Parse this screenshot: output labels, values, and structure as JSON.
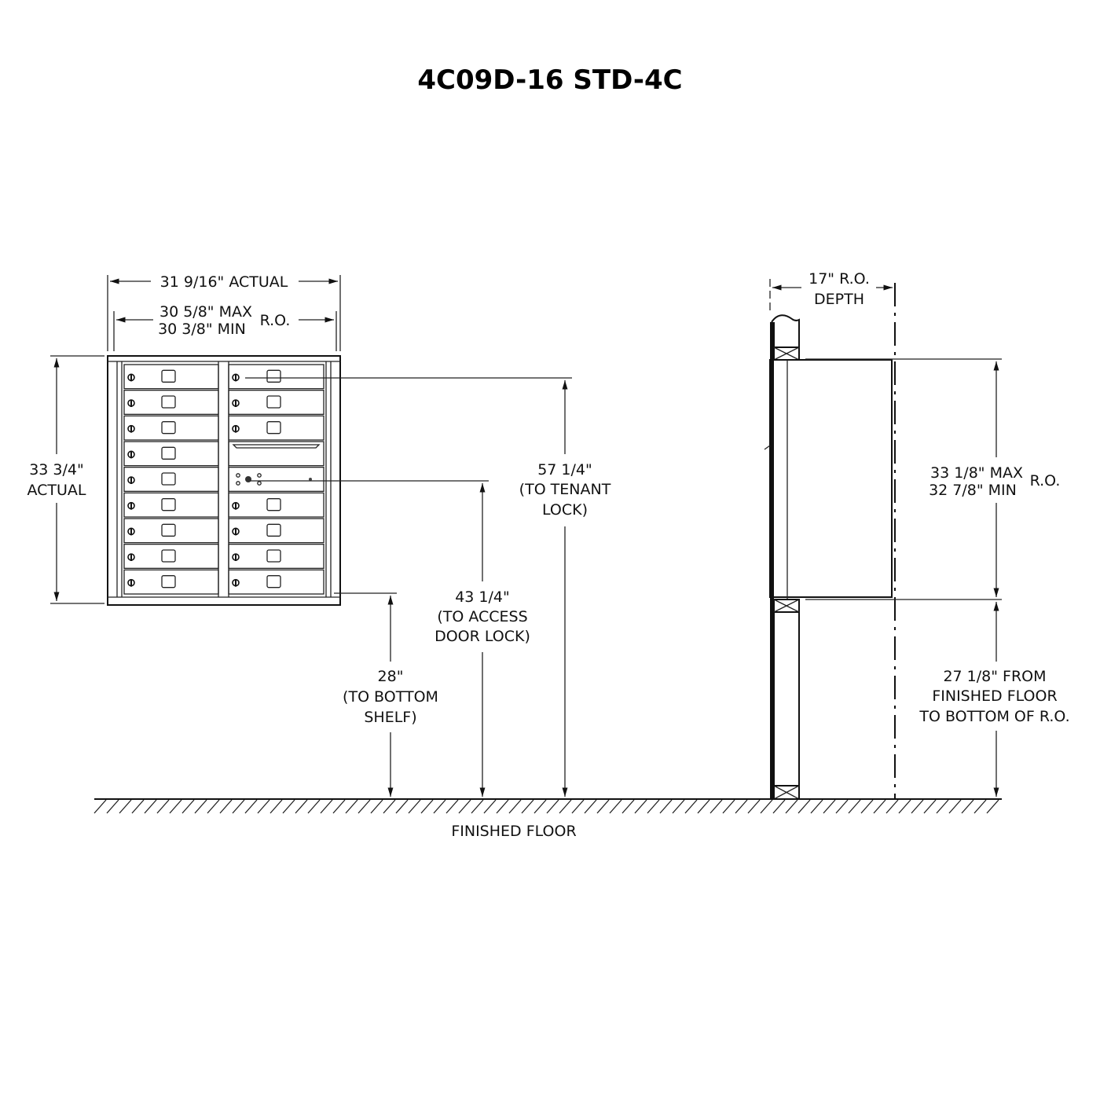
{
  "title": "4C09D-16 STD-4C",
  "front_view": {
    "width_actual": "31 9/16\" ACTUAL",
    "ro_width_max": "30 5/8\" MAX",
    "ro_width_min": "30 3/8\" MIN",
    "ro_width_label": "R.O.",
    "height_actual_value": "33 3/4\"",
    "height_actual_label": "ACTUAL",
    "tenant_lock": [
      "57 1/4\"",
      "(TO TENANT",
      "LOCK)"
    ],
    "access_lock": [
      "43 1/4\"",
      "(TO ACCESS",
      "DOOR LOCK)"
    ],
    "bottom_shelf": [
      "28\"",
      "(TO BOTTOM",
      "SHELF)"
    ],
    "compartment_rows": 9,
    "tenant_doors": 16
  },
  "side_view": {
    "depth": [
      "17\"  R.O.",
      "DEPTH"
    ],
    "ro_height_max": "33 1/8\" MAX",
    "ro_height_min": "32 7/8\" MIN",
    "ro_height_label": "R.O.",
    "floor_to_ro": [
      "27 1/8\"  FROM",
      "FINISHED FLOOR",
      "TO BOTTOM OF R.O."
    ]
  },
  "floor_label": "FINISHED FLOOR"
}
